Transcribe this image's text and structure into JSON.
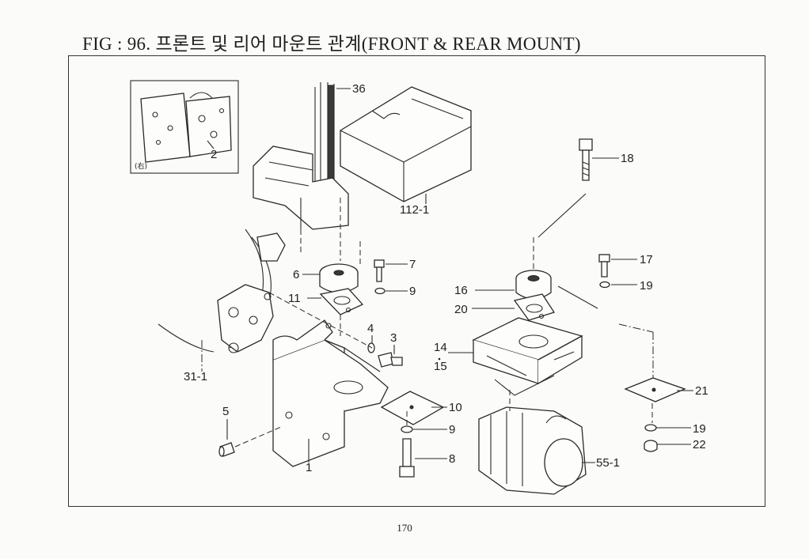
{
  "title": "FIG : 96. 프론트 및 리어 마운트 관계(FRONT & REAR MOUNT)",
  "page_number": "170",
  "inset_note": "(右)",
  "callouts": {
    "c36": "36",
    "c112_1": "112-1",
    "c2": "2",
    "c18": "18",
    "c6": "6",
    "c7": "7",
    "c9a": "9",
    "c11": "11",
    "c4": "4",
    "c3": "3",
    "c31_1": "31-1",
    "c17": "17",
    "c16": "16",
    "c19a": "19",
    "c20": "20",
    "c14": "14",
    "c15": "15",
    "c5": "5",
    "c10": "10",
    "c9b": "9",
    "c8": "8",
    "c1": "1",
    "c21": "21",
    "c19b": "19",
    "c22": "22",
    "c55_1": "55-1"
  }
}
